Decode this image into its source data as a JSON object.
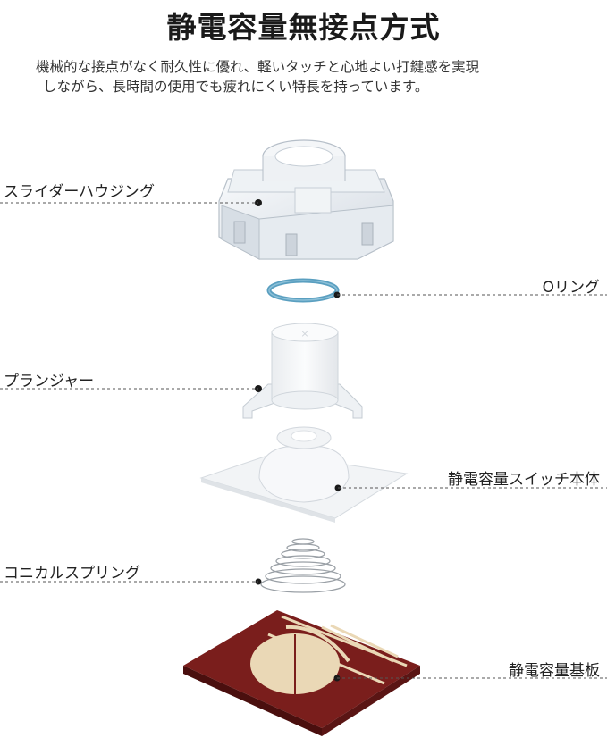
{
  "title": "静電容量無接点方式",
  "description": {
    "line1": "機械的な接点がなく耐久性に優れ、軽いタッチと心地よい打鍵感を実現",
    "line2": "しながら、長時間の使用でも疲れにくい特長を持っています。"
  },
  "components": {
    "slider_housing": "スライダーハウジング",
    "o_ring": "Oリング",
    "plunger": "プランジャー",
    "switch_body": "静電容量スイッチ本体",
    "conical_spring": "コニカルスプリング",
    "capacitive_pcb": "静電容量基板"
  },
  "colors": {
    "o_ring": "#5a9fc0",
    "pcb": "#7a1e1c",
    "pcb_trace": "#e8dcc0",
    "plastic": "#dde3ea"
  }
}
